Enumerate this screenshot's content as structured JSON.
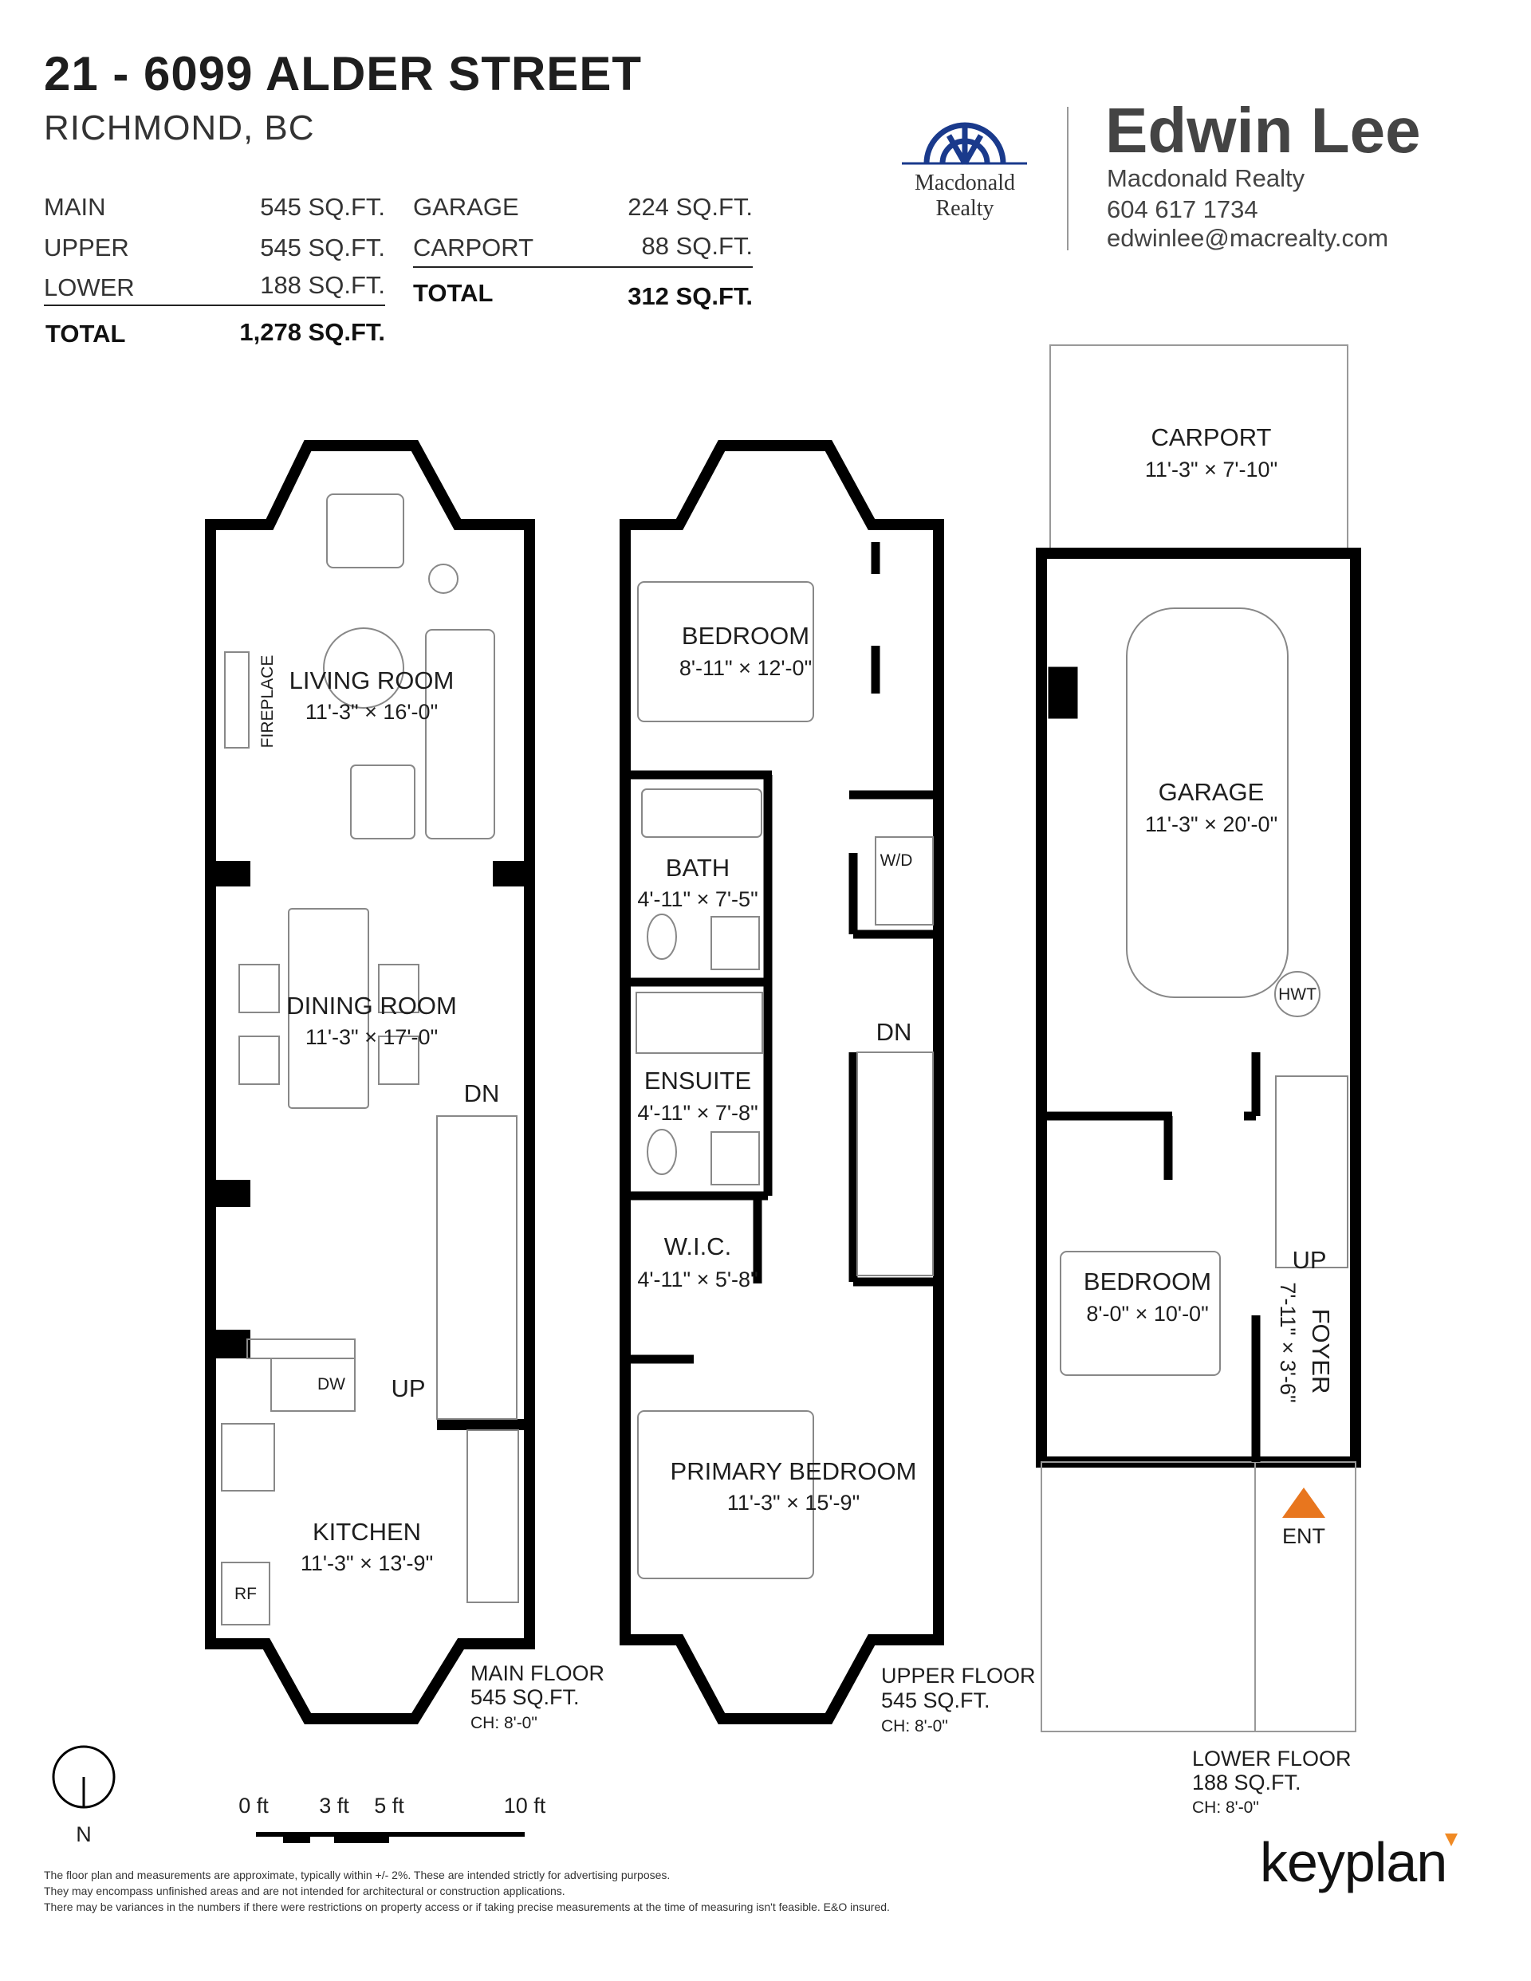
{
  "header": {
    "address": "21 - 6099 ALDER STREET",
    "city": "RICHMOND, BC"
  },
  "areas": {
    "main": {
      "label": "MAIN",
      "value": "545 SQ.FT."
    },
    "upper": {
      "label": "UPPER",
      "value": "545 SQ.FT."
    },
    "lower": {
      "label": "LOWER",
      "value": "188 SQ.FT."
    },
    "total": {
      "label": "TOTAL",
      "value": "1,278 SQ.FT."
    },
    "garage": {
      "label": "GARAGE",
      "value": "224 SQ.FT."
    },
    "carport": {
      "label": "CARPORT",
      "value": "88 SQ.FT."
    },
    "total2": {
      "label": "TOTAL",
      "value": "312 SQ.FT."
    }
  },
  "agent": {
    "logo_text": "Macdonald Realty",
    "name": "Edwin Lee",
    "company": "Macdonald Realty",
    "phone": "604 617 1734",
    "email": "edwinlee@macrealty.com",
    "logo_color": "#1a3a8c"
  },
  "main_floor": {
    "title": "MAIN FLOOR",
    "area": "545 SQ.FT.",
    "ceiling": "CH: 8'-0\"",
    "rooms": {
      "living": {
        "name": "LIVING ROOM",
        "dims": "11'-3\"  ×  16'-0\""
      },
      "dining": {
        "name": "DINING ROOM",
        "dims": "11'-3\"  ×  17'-0\""
      },
      "kitchen": {
        "name": "KITCHEN",
        "dims": "11'-3\"  ×  13'-9\""
      }
    },
    "fireplace": "FIREPLACE",
    "dn": "DN",
    "up": "UP",
    "dw": "DW",
    "rf": "RF"
  },
  "upper_floor": {
    "title": "UPPER FLOOR",
    "area": "545 SQ.FT.",
    "ceiling": "CH: 8'-0\"",
    "rooms": {
      "bedroom": {
        "name": "BEDROOM",
        "dims": "8'-11\"  ×  12'-0\""
      },
      "bath": {
        "name": "BATH",
        "dims": "4'-11\" × 7'-5\""
      },
      "ensuite": {
        "name": "ENSUITE",
        "dims": "4'-11\" × 7'-8\""
      },
      "wic": {
        "name": "W.I.C.",
        "dims": "4'-11\" × 5'-8\""
      },
      "primary": {
        "name": "PRIMARY BEDROOM",
        "dims": "11'-3\"  ×  15'-9\""
      }
    },
    "wd": "W/D",
    "dn": "DN"
  },
  "lower_floor": {
    "title": "LOWER FLOOR",
    "area": "188 SQ.FT.",
    "ceiling": "CH: 8'-0\"",
    "rooms": {
      "carport": {
        "name": "CARPORT",
        "dims": "11'-3\"  ×  7'-10\""
      },
      "garage": {
        "name": "GARAGE",
        "dims": "11'-3\"  ×  20'-0\""
      },
      "bedroom": {
        "name": "BEDROOM",
        "dims": "8'-0\"  ×  10'-0\""
      },
      "foyer": {
        "name": "FOYER",
        "dims": "7'-11\"  ×  3'-6\""
      }
    },
    "hwt": "HWT",
    "up": "UP",
    "ent": "ENT",
    "ent_color": "#e8761e"
  },
  "compass": {
    "label": "N"
  },
  "scale": {
    "ticks": [
      "0 ft",
      "3 ft",
      "5 ft",
      "10 ft"
    ]
  },
  "disclaimer": [
    "The floor plan and measurements are approximate, typically within +/- 2%. These are intended strictly for advertising purposes.",
    "They may encompass unfinished areas and are not intended for architectural or construction applications.",
    "There may be variances in the numbers if there were restrictions on property access or if taking precise measurements at the time of measuring isn't feasible. E&O insured."
  ],
  "brand": {
    "name": "keyplan",
    "accent": "#f08a24"
  }
}
